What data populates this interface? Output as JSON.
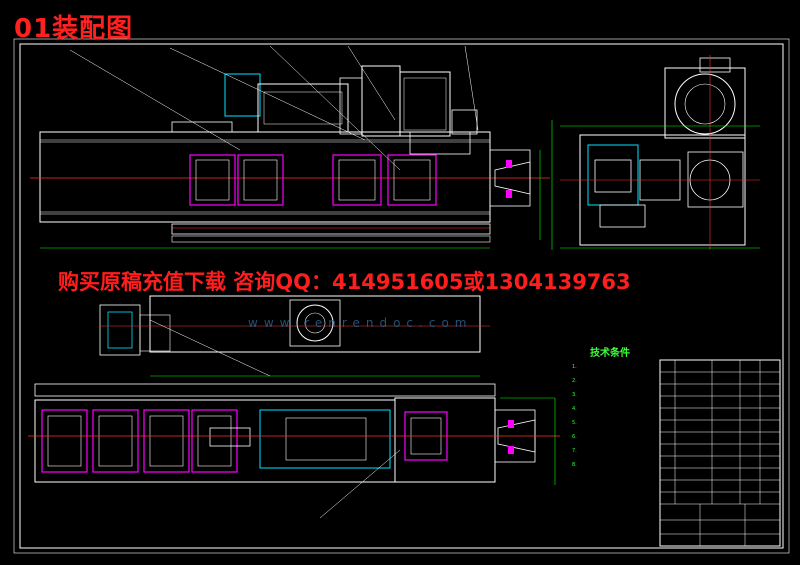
{
  "drawing": {
    "title": "01装配图",
    "promo_text": "购买原稿充值下载 咨询QQ：414951605或1304139763",
    "watermark_text": "www.renrendoc.com",
    "tech_requirements_title": "技术条件",
    "tech_requirement_lines": [
      "1.",
      "2.",
      "3.",
      "4.",
      "5.",
      "6.",
      "7.",
      "8."
    ],
    "title_block_texts": [
      "",
      "",
      ""
    ]
  },
  "colors": {
    "background": "#000000",
    "title": "#ff2020",
    "outline": "#ffffff",
    "centerline": "#ff3030",
    "hatch": "#ff00ff",
    "dimension": "#00ff00",
    "secondary": "#ffff00",
    "cyan_part": "#00e5ff"
  }
}
